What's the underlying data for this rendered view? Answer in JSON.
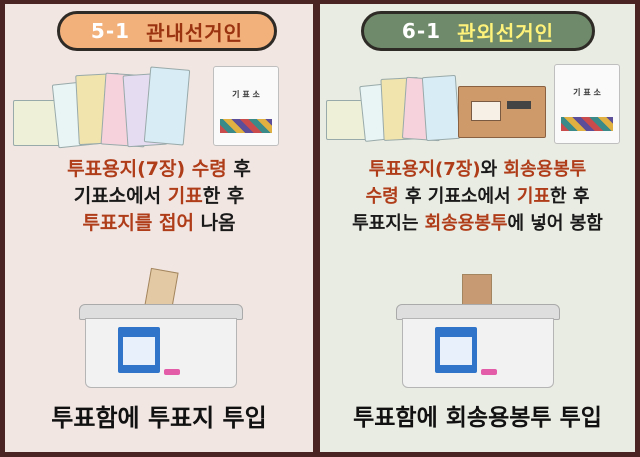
{
  "panels": [
    {
      "id": "in-country",
      "number": "5-1",
      "label": "관내선거인",
      "lines": [
        [
          {
            "t": "투표용지(7장)",
            "h": true
          },
          {
            "t": " 수령",
            "h": true
          },
          {
            "t": " 후",
            "h": false
          }
        ],
        [
          {
            "t": "기표소에서 ",
            "h": false
          },
          {
            "t": "기표",
            "h": true
          },
          {
            "t": "한 후",
            "h": false
          }
        ],
        [
          {
            "t": "투표지를 접어",
            "h": true
          },
          {
            "t": " 나옴",
            "h": false
          }
        ]
      ],
      "caption": "투표함에 투표지 투입",
      "booth_text": "기 표 소"
    },
    {
      "id": "out-of-country",
      "number": "6-1",
      "label": "관외선거인",
      "lines": [
        [
          {
            "t": "투표용지(7장)",
            "h": true
          },
          {
            "t": "와 ",
            "h": false
          },
          {
            "t": "회송용봉투",
            "h": true
          }
        ],
        [
          {
            "t": "수령",
            "h": true
          },
          {
            "t": " 후 기표소에서 ",
            "h": false
          },
          {
            "t": "기표",
            "h": true
          },
          {
            "t": "한 후",
            "h": false
          }
        ],
        [
          {
            "t": "투표지는 ",
            "h": false
          },
          {
            "t": "회송용봉투",
            "h": true
          },
          {
            "t": "에 넣어 봉함",
            "h": false
          }
        ]
      ],
      "caption": "투표함에 회송용봉투 투입",
      "booth_text": "기 표 소"
    }
  ],
  "colors": {
    "frame": "#4a2323",
    "highlight": "#b03d1a",
    "left_pill": "#f2b07b",
    "right_pill": "#6f8a6a"
  }
}
